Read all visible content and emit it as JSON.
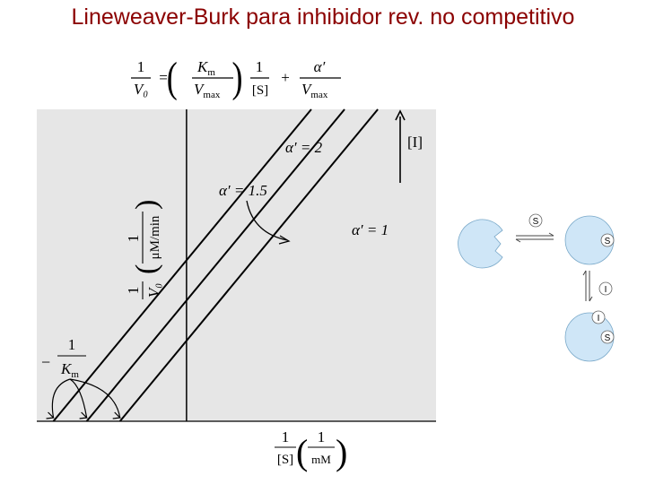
{
  "slide": {
    "title": "Lineweaver-Burk para inhibidor rev. no competitivo"
  },
  "equation": {
    "lhs_num": "1",
    "lhs_den": "V₀",
    "equals": "=",
    "km": "K",
    "km_sub": "m",
    "vmax": "V",
    "vmax_sub": "max",
    "one": "1",
    "s": "[S]",
    "plus": "+",
    "alpha": "α′"
  },
  "chart_data": {
    "type": "line",
    "xlabel_num": "1",
    "xlabel_den": "[S]",
    "xlabel_unit_num": "1",
    "xlabel_unit_den": "mM",
    "ylabel": "1/V₀ (1/μM/min)",
    "ylabel_num": "1",
    "ylabel_den": "V₀",
    "ylabel_unit_num": "1",
    "ylabel_unit_den": "μM/min",
    "xlim": [
      -1.8,
      3.0
    ],
    "ylim": [
      0,
      3.1
    ],
    "y_axis_at_x": 0,
    "slope": 1.0,
    "series": [
      {
        "name": "α′ = 2",
        "label": "α′ = 2",
        "intercept": 1.6
      },
      {
        "name": "α′ = 1.5",
        "label": "α′ = 1.5",
        "intercept": 1.2
      },
      {
        "name": "α′ = 1",
        "label": "α′ = 1",
        "intercept": 0.8
      }
    ],
    "annotations": {
      "arrow_label": "[I]",
      "intercept_label_num": "1",
      "intercept_label_den": "K",
      "intercept_label_sub": "m",
      "intercept_label_sign": "−"
    },
    "colors": {
      "background": "#e6e6e6",
      "line": "#000000"
    }
  },
  "diagram": {
    "substrate": "S",
    "inhibitor": "I",
    "colors": {
      "enzyme": "#cfe6f7"
    }
  }
}
